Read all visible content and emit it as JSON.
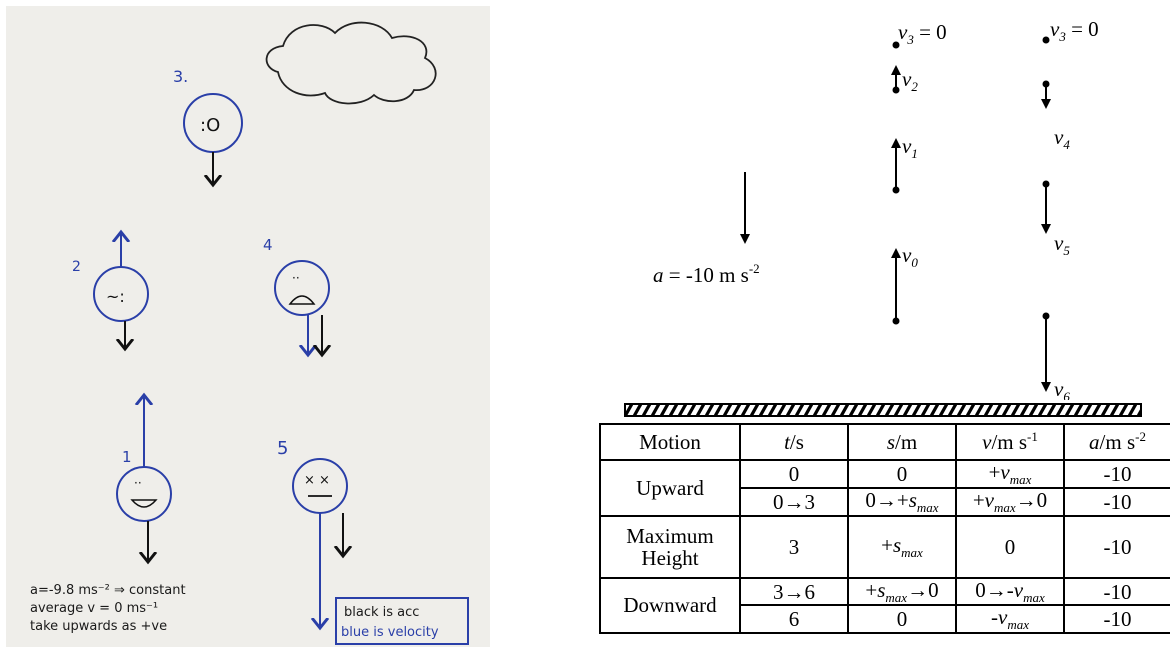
{
  "photo": {
    "numbers": [
      "1",
      "2",
      "3.",
      "4",
      "5"
    ],
    "note_lines": [
      "a=-9.8 ms⁻² ⇒ constant",
      "average v = 0 ms⁻¹",
      "take upwards as +ve"
    ],
    "legend_lines": [
      "black is acc",
      "blue is velocity"
    ],
    "face_text_3": ":O",
    "colors": {
      "acceleration": "#111111",
      "velocity": "#2a3fa8",
      "paper": "#ffffff"
    }
  },
  "diagram": {
    "accel_label": "a = -10 m s",
    "accel_exp": "-2",
    "v3_top_left": "v3 = 0",
    "v3_top_right": "v3 = 0",
    "vectors": {
      "v0": "v0",
      "v1": "v1",
      "v2": "v2",
      "v4": "v4",
      "v5": "v5",
      "v6": "v6"
    }
  },
  "table": {
    "headers": [
      "Motion",
      "t/s",
      "s/m",
      "v/m s-1",
      "a/m s-2"
    ],
    "rows": [
      {
        "motion": "Upward",
        "t": "0",
        "s": "0",
        "v": "+v_max",
        "a": "-10"
      },
      {
        "motion": "",
        "t": "0→3",
        "s": "0→+s_max",
        "v": "+v_max→0",
        "a": "-10"
      },
      {
        "motion": "Maximum Height",
        "t": "3",
        "s": "+s_max",
        "v": "0",
        "a": "-10"
      },
      {
        "motion": "Downward",
        "t": "3→6",
        "s": "+s_max→0",
        "v": "0→-v_max",
        "a": "-10"
      },
      {
        "motion": "",
        "t": "6",
        "s": "0",
        "v": "-v_max",
        "a": "-10"
      }
    ]
  }
}
